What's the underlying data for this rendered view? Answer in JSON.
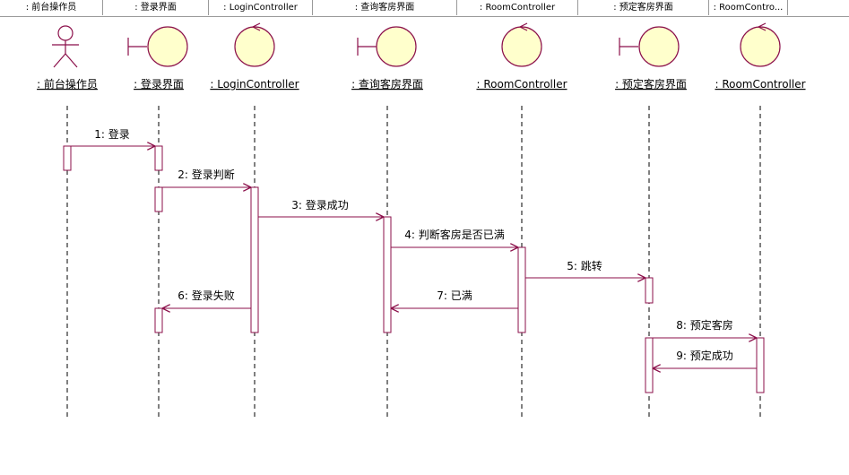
{
  "header_cells": [
    {
      "label": ": 前台操作员"
    },
    {
      "label": ": 登录界面"
    },
    {
      "label": ": LoginController"
    },
    {
      "label": ": 查询客房界面"
    },
    {
      "label": ": RoomController"
    },
    {
      "label": ": 预定客房界面"
    },
    {
      "label": ": RoomContro..."
    }
  ],
  "participants": [
    {
      "label": ": 前台操作员",
      "kind": "actor"
    },
    {
      "label": ": 登录界面",
      "kind": "boundary"
    },
    {
      "label": ": LoginController",
      "kind": "control"
    },
    {
      "label": ": 查询客房界面",
      "kind": "boundary"
    },
    {
      "label": ": RoomController",
      "kind": "control"
    },
    {
      "label": ": 预定客房界面",
      "kind": "boundary"
    },
    {
      "label": ": RoomController",
      "kind": "control"
    }
  ],
  "messages": [
    {
      "label": "1: 登录",
      "from": 0,
      "to": 1
    },
    {
      "label": "2: 登录判断",
      "from": 1,
      "to": 2
    },
    {
      "label": "3: 登录成功",
      "from": 2,
      "to": 3
    },
    {
      "label": "4: 判断客房是否已满",
      "from": 3,
      "to": 4
    },
    {
      "label": "5: 跳转",
      "from": 4,
      "to": 5
    },
    {
      "label": "6: 登录失败",
      "from": 2,
      "to": 1
    },
    {
      "label": "7: 已满",
      "from": 4,
      "to": 3
    },
    {
      "label": "8: 预定客房",
      "from": 5,
      "to": 6
    },
    {
      "label": "9: 预定成功",
      "from": 6,
      "to": 5
    }
  ],
  "colors": {
    "line": "#8b0f4a",
    "symbol_fill": "#ffffcc",
    "actor": "#8b0f4a",
    "text": "#000000"
  }
}
